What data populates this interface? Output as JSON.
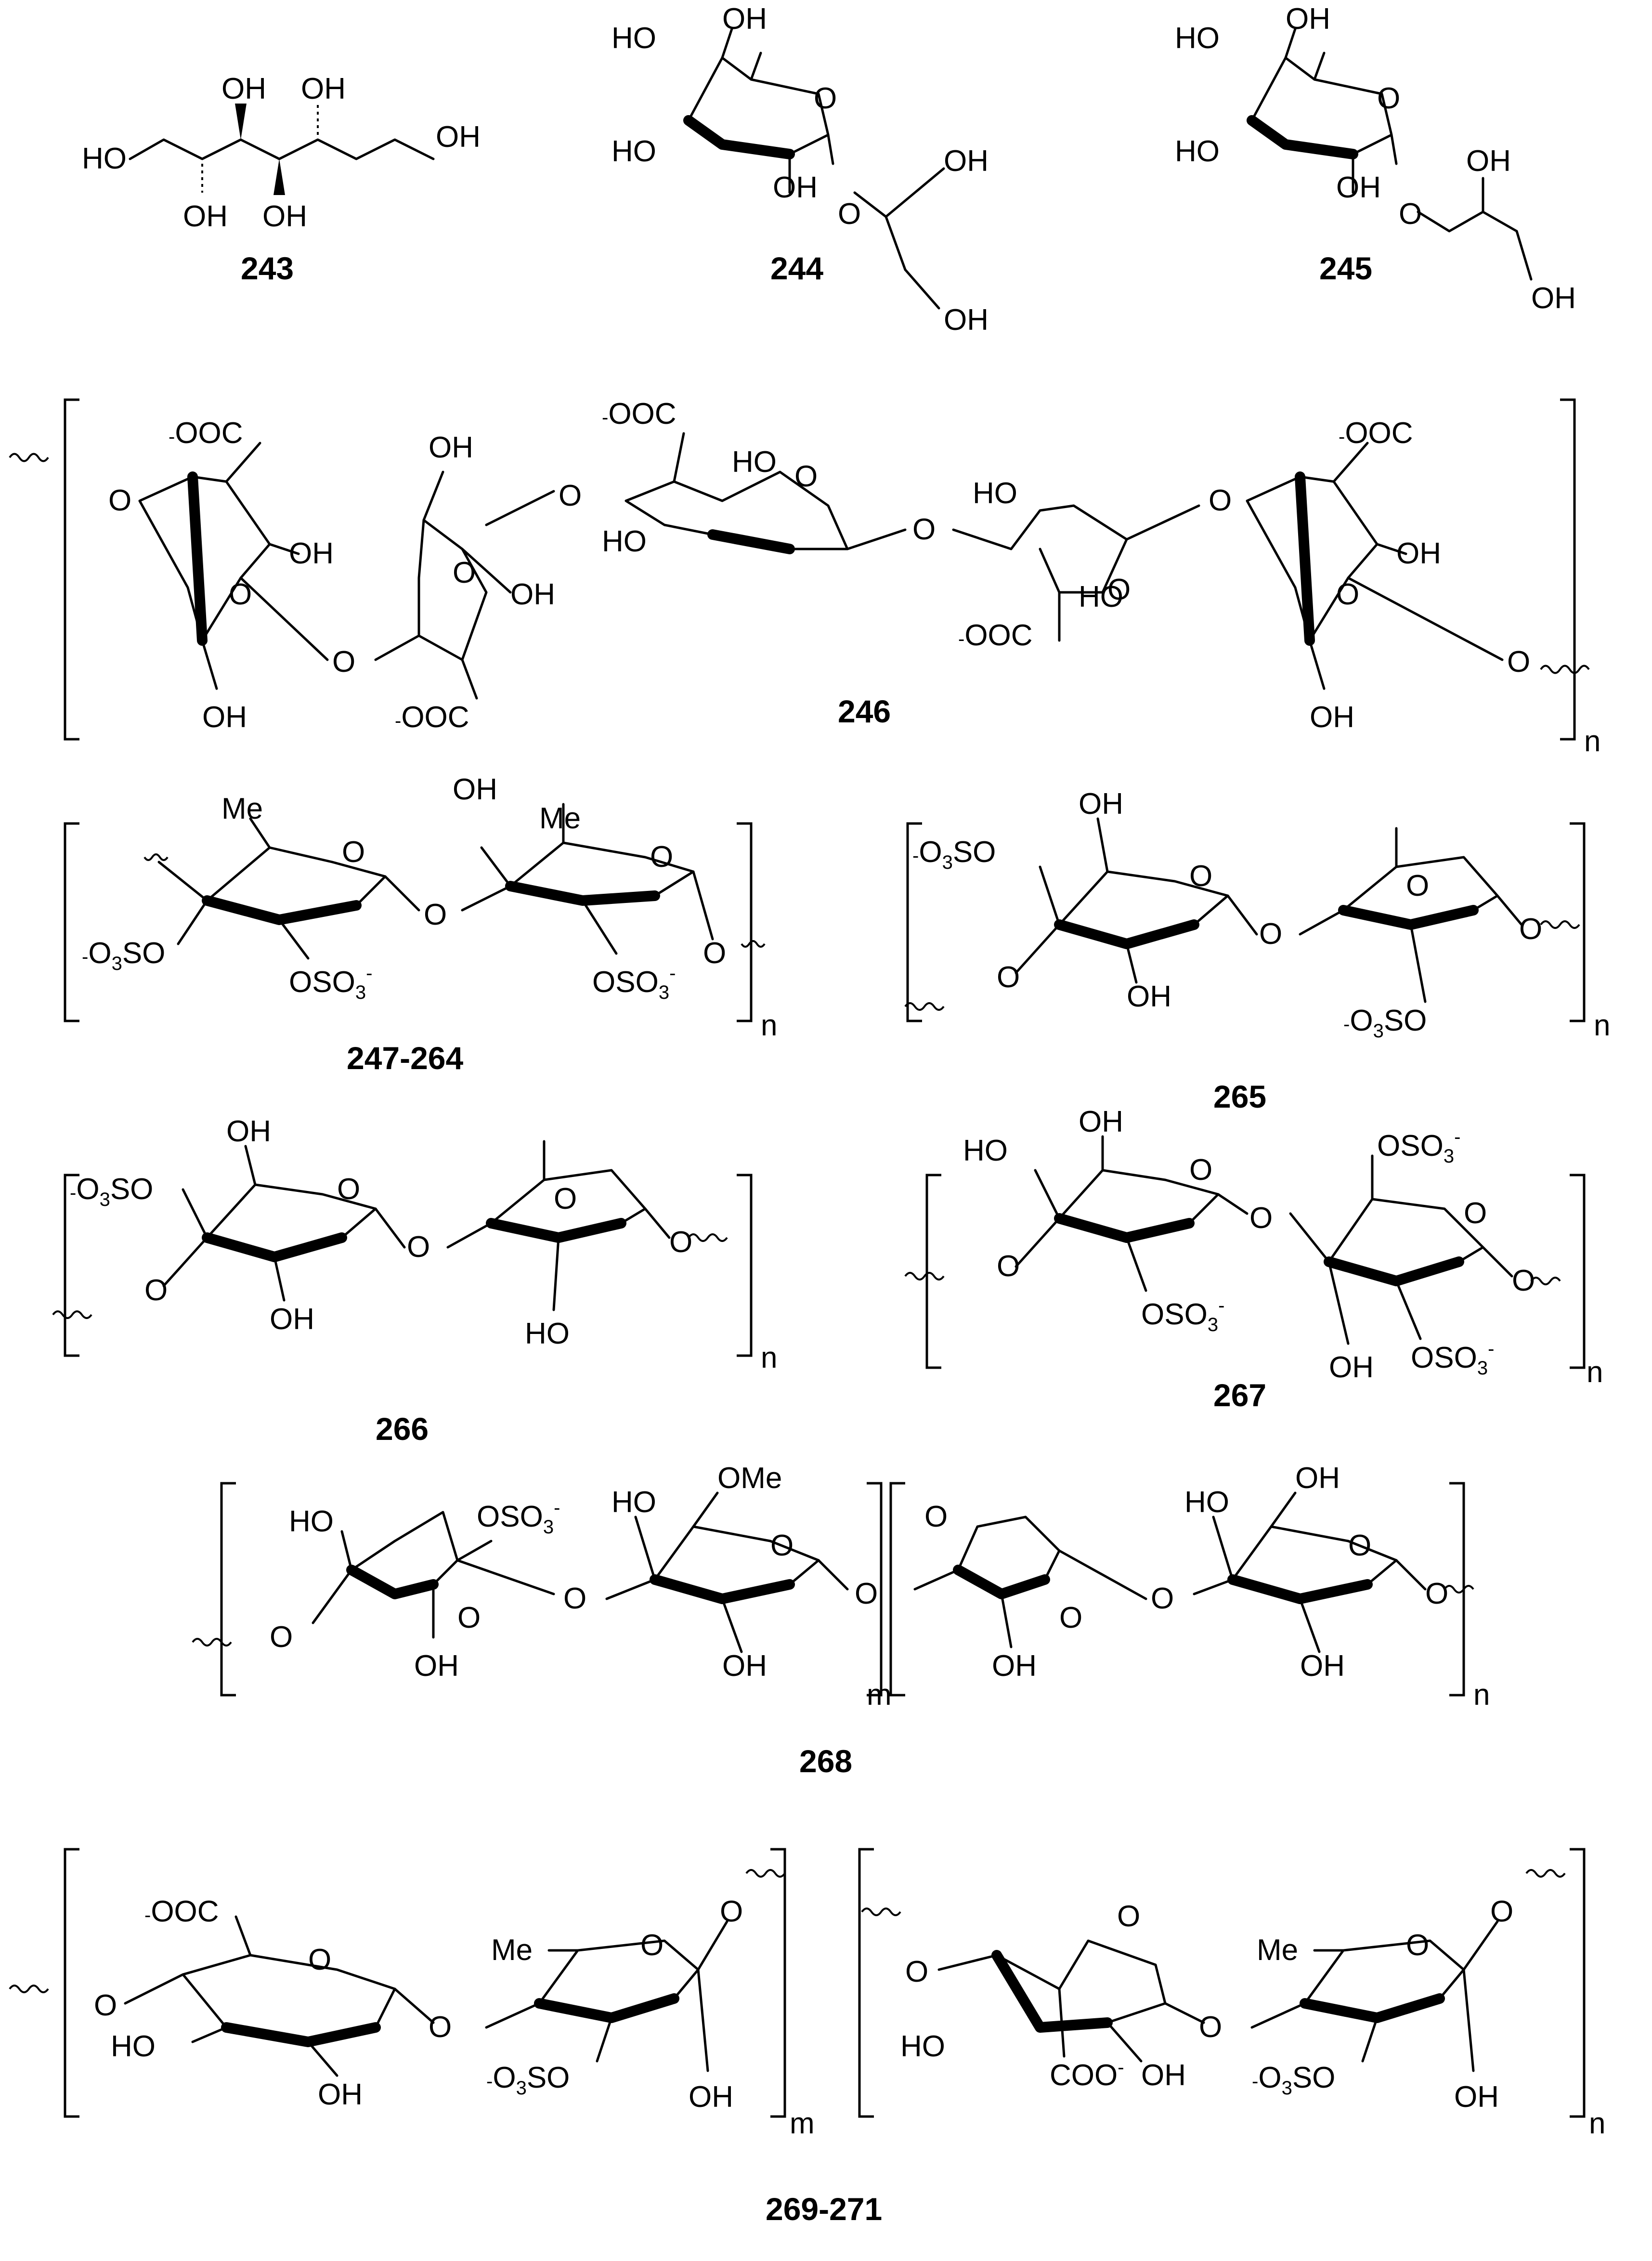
{
  "compound_labels": {
    "c243": "243",
    "c244": "244",
    "c245": "245",
    "c246": "246",
    "c247": "247-264",
    "c265": "265",
    "c266": "266",
    "c267": "267",
    "c268": "268",
    "c269": "269-271"
  },
  "repeat_labels": {
    "n": "n",
    "m": "m"
  },
  "atoms": {
    "HO": "HO",
    "OH": "OH",
    "O": "O",
    "Me": "Me",
    "OMe": "OMe",
    "OOC": "OOC",
    "COO": "COO",
    "O3SO": "O",
    "OSO3": "OSO",
    "O3S": "SO",
    "OSO3_end": "OSO",
    "charge_minus": "-",
    "sub3": "3",
    "SO": "SO",
    "O_prefix": "O"
  }
}
